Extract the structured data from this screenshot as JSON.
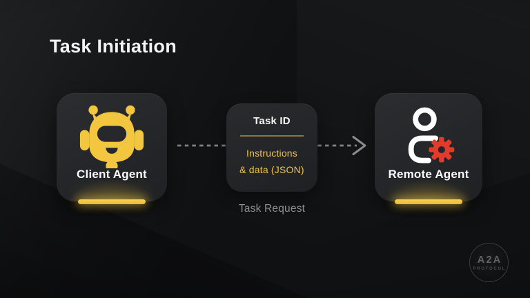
{
  "page": {
    "title": "Task Initiation"
  },
  "cards": {
    "client": {
      "label": "Client Agent",
      "icon": "robot-icon"
    },
    "remote": {
      "label": "Remote Agent",
      "icon": "person-gear-icon"
    }
  },
  "task_box": {
    "title": "Task ID",
    "line1": "Instructions",
    "line2": "& data (JSON)",
    "caption": "Task Request"
  },
  "arrow": {
    "style": "dashed",
    "direction": "left-to-right"
  },
  "logo": {
    "name": "A2A",
    "subtitle": "PROTOCOL"
  },
  "colors": {
    "background": "#101113",
    "card_surface": "#252729",
    "accent_yellow": "#F2C63F",
    "divider_gold": "#8D7637",
    "gear_red": "#E23B2B",
    "arrow_gray": "#828386",
    "caption_gray": "#8F9092",
    "title_white": "#F4F4F5"
  }
}
